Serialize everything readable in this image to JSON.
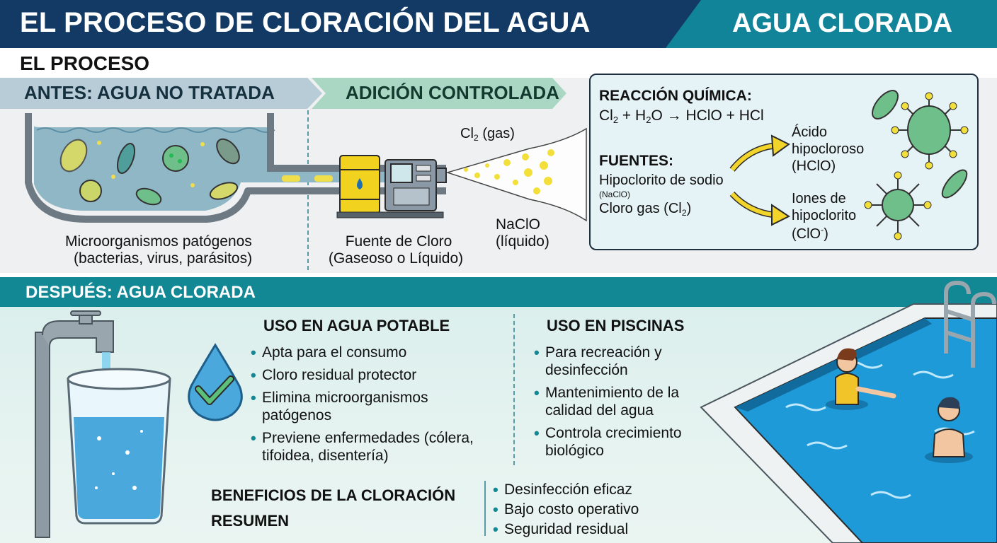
{
  "header": {
    "title": "EL PROCESO DE CLORACIÓN DEL AGUA",
    "side_title": "AGUA CLORADA"
  },
  "section_title": "EL PROCESO",
  "steps": {
    "antes": "ANTES: AGUA NO TRATADA",
    "adicion": "ADICIÓN CONTROLADA"
  },
  "tank": {
    "label_1": "Microorganismos patógenos",
    "label_2": "(bacterias, virus, parásitos)"
  },
  "source": {
    "label_1": "Fuente de Cloro",
    "label_2": "(Gaseoso o Líquido)",
    "gas_label": "Cl",
    "gas_sub": "2",
    "gas_suffix": " (gas)",
    "liquid_1": "NaClO",
    "liquid_2": "(líquido)"
  },
  "reaction": {
    "title": "REACCIÓN QUÍMICA:",
    "eq_a": "Cl",
    "eq_a_sub": "2",
    "eq_b": " + H",
    "eq_b_sub": "2",
    "eq_c": "O → HClO + HCl",
    "fuentes_title": "FUENTES:",
    "fuente_1": "Hipoclorito de sodio",
    "fuente_1_formula": "(NaClO)",
    "fuente_2": "Cloro gas (Cl",
    "fuente_2_sub": "2",
    "fuente_2_end": ")",
    "product_1_l1": "Ácido",
    "product_1_l2": "hipocloroso",
    "product_1_l3": "(HClO)",
    "product_2_l1": "Iones de",
    "product_2_l2": "hipoclorito",
    "product_2_l3": "(ClO",
    "product_2_sup": "-",
    "product_2_end": ")"
  },
  "after": {
    "title": "DESPUÉS: AGUA CLORADA",
    "potable": {
      "heading": "USO EN AGUA POTABLE",
      "items": [
        "Apta para el consumo",
        "Cloro residual protector",
        "Elimina microorganismos patógenos",
        "Previene enfermedades (cólera, tifoidea, disentería)"
      ]
    },
    "piscinas": {
      "heading": "USO EN PISCINAS",
      "items": [
        "Para recreación y desinfección",
        "Mantenimiento de la calidad del agua",
        "Controla crecimiento biológico"
      ]
    },
    "benefits": {
      "heading_1": "BENEFICIOS DE LA CLORACIÓN",
      "heading_2": "RESUMEN",
      "items": [
        "Desinfección eficaz",
        "Bajo costo operativo",
        "Seguridad residual"
      ]
    }
  },
  "colors": {
    "navy": "#123a64",
    "teal": "#138895",
    "water": "#8fb7c6",
    "pool": "#1f9ad8",
    "chlorine": "#f3df3a",
    "microbe": "#6fbf8a"
  },
  "icons": [
    "water-drop-check-icon",
    "faucet-icon",
    "glass-icon",
    "pool-icon",
    "bacteria-icon",
    "virus-icon",
    "dosing-pump-icon",
    "barrel-icon"
  ]
}
